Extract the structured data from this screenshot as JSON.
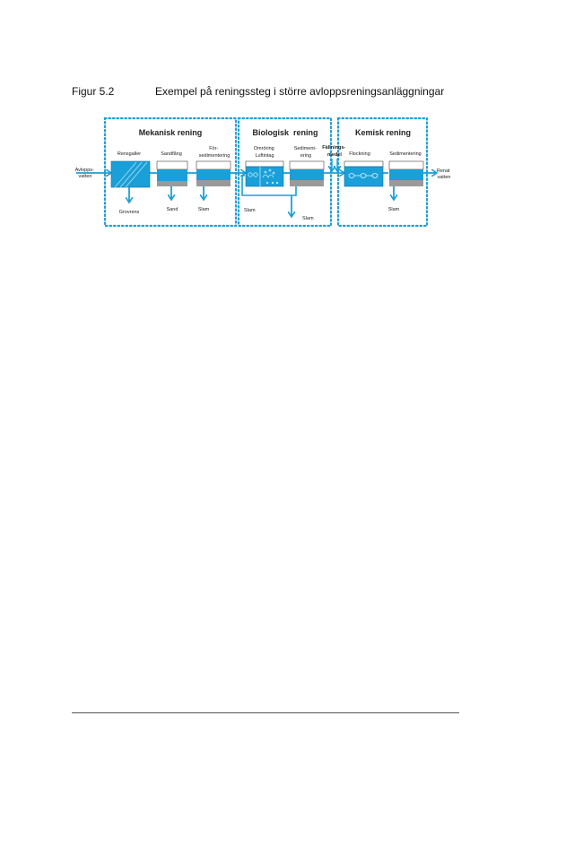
{
  "caption": {
    "number": "Figur 5.2",
    "title": "Exempel på reningssteg i större avloppsreningsanläggningar"
  },
  "diagram": {
    "colors": {
      "blue": "#1aa0d8",
      "dark_blue": "#0a6fa5",
      "gray": "#9a9a9a",
      "text": "#222222"
    },
    "input": [
      "Avlopps-",
      "vatten"
    ],
    "output": [
      "Renat",
      "vatten"
    ],
    "sections": {
      "mekanisk": "Mekanisk rening",
      "biologisk": "Biologisk  rening",
      "kemisk": "Kemisk rening"
    },
    "stages": {
      "rensgaller": "Rensgaller",
      "sandfang": "Sandfång",
      "forsed": [
        "För-",
        "sedimentering"
      ],
      "omroring": [
        "Omröring",
        "Luftintag"
      ],
      "sed_bio": [
        "Sediment-",
        "ering"
      ],
      "fallning": [
        "Fällnings-",
        "medel"
      ],
      "flockning": "Flockning",
      "sed_kem": "Sedimentering"
    },
    "outputs": {
      "grovrens": "Grovrens",
      "sand": "Sand",
      "slam1": "Slam",
      "slam_return": "Slam",
      "slam_bio": "Slam",
      "slam_kem": "Slam"
    }
  }
}
